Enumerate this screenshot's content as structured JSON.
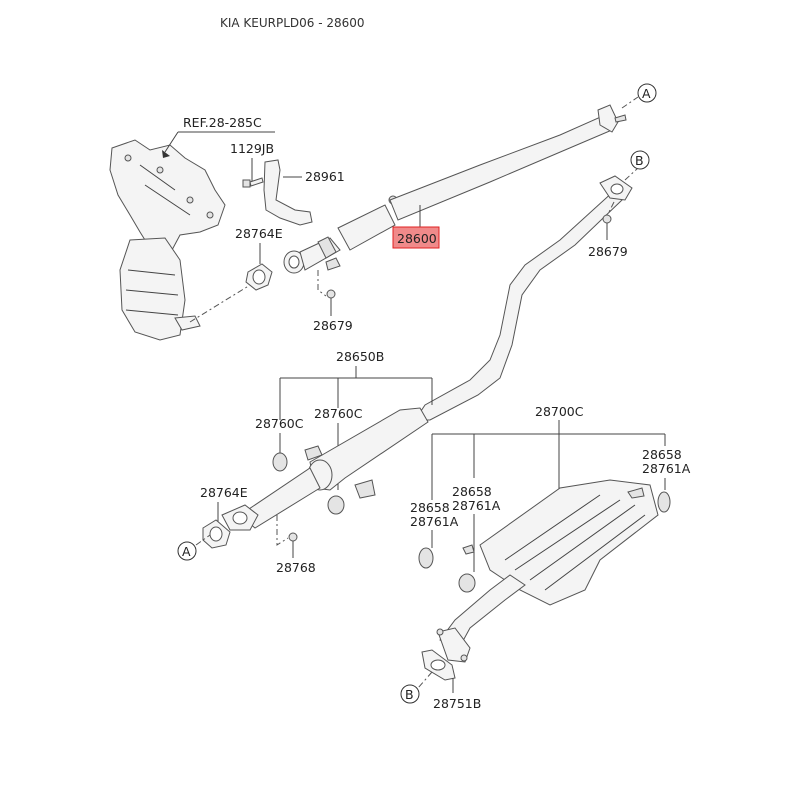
{
  "header": {
    "title": "KIA KEURPLD06 - 28600"
  },
  "highlight": {
    "part": "28600",
    "color": "#f08a8a",
    "border": "#e02020"
  },
  "labels": {
    "ref": "REF.28-285C",
    "bolt_1129JB": "1129JB",
    "bracket_28961": "28961",
    "gasket_28764E_top": "28764E",
    "front_pipe_28600": "28600",
    "nut_28679_left": "28679",
    "nut_28679_right": "28679",
    "center_muffler_28650B": "28650B",
    "hanger_28760C_left": "28760C",
    "hanger_28760C_mid": "28760C",
    "gasket_28764E_bottom": "28764E",
    "nut_28768": "28768",
    "rear_muffler_28700C": "28700C",
    "hanger_left_a": "28658",
    "hanger_left_b": "28761A",
    "hanger_mid_a": "28658",
    "hanger_mid_b": "28761A",
    "hanger_right_a": "28658",
    "hanger_right_b": "28761A",
    "gasket_28751B": "28751B",
    "connector_A_top": "A",
    "connector_B_top": "B",
    "connector_A_bottom": "A",
    "connector_B_bottom": "B"
  }
}
